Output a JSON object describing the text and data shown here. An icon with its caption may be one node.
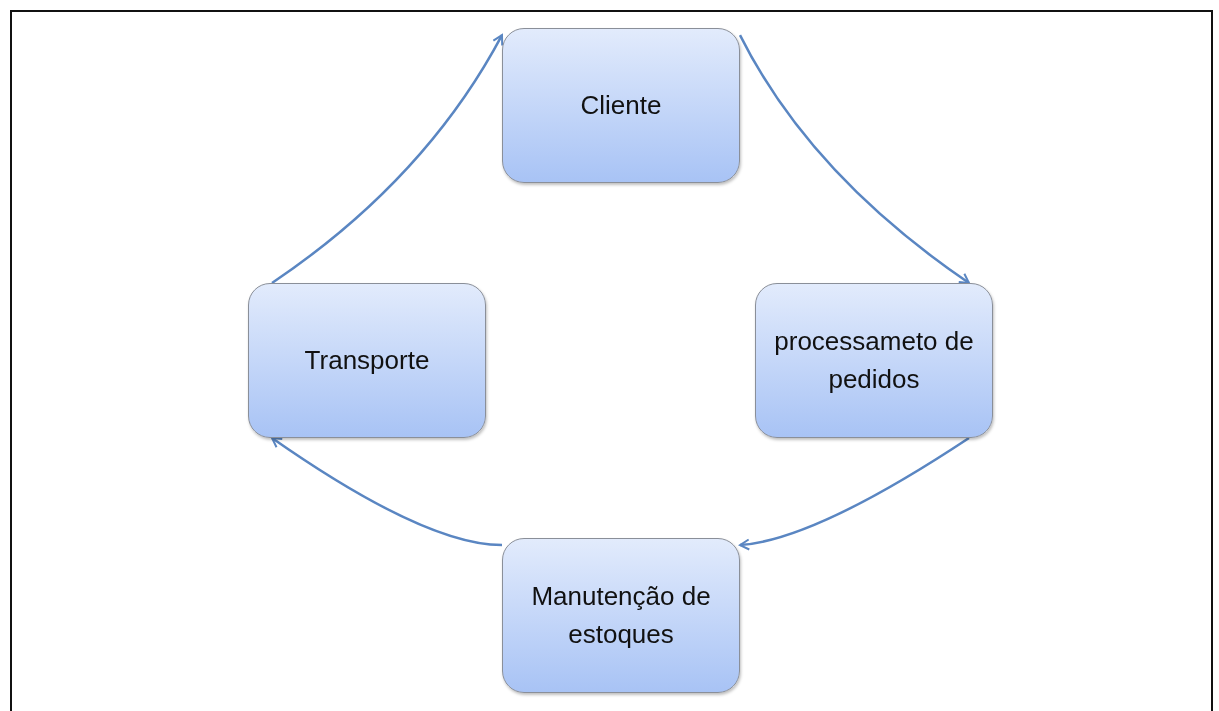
{
  "diagram": {
    "nodes": [
      {
        "text": [
          "Cliente"
        ]
      },
      {
        "text": [
          "processameto de pedidos"
        ]
      },
      {
        "text": [
          "Manutenção de estoques"
        ]
      },
      {
        "text": [
          "Transporte"
        ]
      }
    ],
    "edges": [
      {
        "from": 0,
        "to": 1,
        "arrow": "to"
      },
      {
        "from": 1,
        "to": 2,
        "arrow": "to"
      },
      {
        "from": 2,
        "to": 3,
        "arrow": "to"
      },
      {
        "from": 3,
        "to": 0,
        "arrow": "to"
      }
    ]
  }
}
